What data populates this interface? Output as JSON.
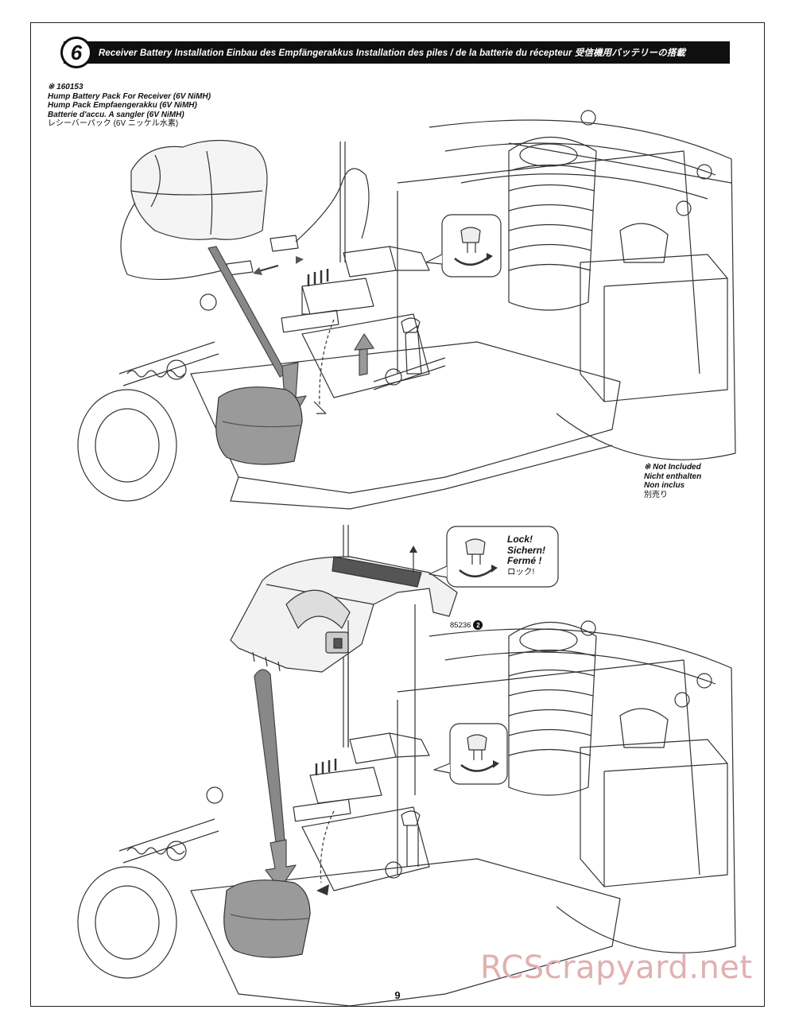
{
  "step": {
    "number": "6",
    "title": "Receiver Battery Installation    Einbau des Empfängerakkus    Installation des piles / de la batterie du récepteur    受信機用バッテリーの搭載"
  },
  "battery_part": {
    "mark": "※",
    "number": "160153",
    "name_en": "Hump Battery Pack For Receiver (6V NiMH)",
    "name_de": "Hump Pack Empfaengerakku (6V NiMH)",
    "name_fr": "Batterie d'accu. A sangler (6V NiMH)",
    "name_jp": "レシーバーパック (6V ニッケル水素)"
  },
  "not_included": {
    "mark": "※",
    "en": "Not Included",
    "de": "Nicht enthalten",
    "fr": "Non inclus",
    "jp": "別売り"
  },
  "lock_callout": {
    "en": "Lock!",
    "de": "Sichern!",
    "fr": "Fermé !",
    "jp": "ロック!"
  },
  "cover_part": {
    "number": "85236",
    "qty": "2"
  },
  "page_number": "9",
  "watermark": "RCScrapyard.net",
  "colors": {
    "bar": "#0f0f0f",
    "watermark": "#e1b0b0",
    "battery_fill": "#9a9a9a"
  }
}
